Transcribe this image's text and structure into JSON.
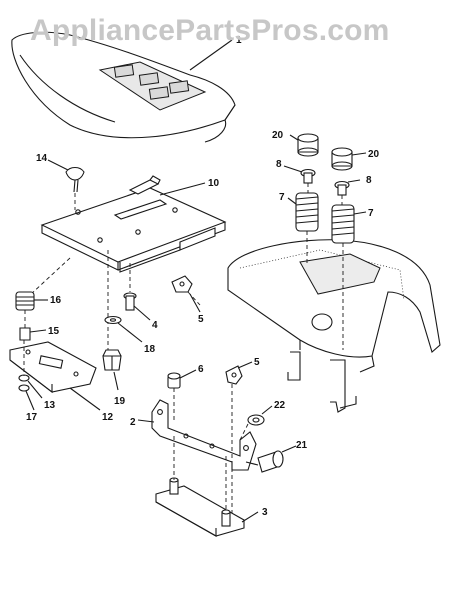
{
  "watermark": "AppliancePartsPros.com",
  "callouts": [
    "1",
    "2",
    "3",
    "4",
    "5",
    "5",
    "6",
    "7",
    "7",
    "8",
    "8",
    "10",
    "12",
    "13",
    "14",
    "15",
    "16",
    "17",
    "18",
    "19",
    "20",
    "20",
    "21",
    "22"
  ]
}
